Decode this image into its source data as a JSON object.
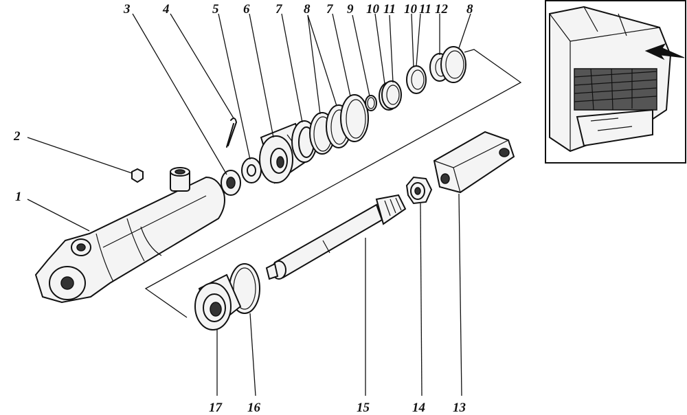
{
  "labels": {
    "l1": "1",
    "l2": "2",
    "l3": "3",
    "l4": "4",
    "l5": "5",
    "l6": "6",
    "l7a": "7",
    "l8a": "8",
    "l7b": "7",
    "l9": "9",
    "l10a": "10",
    "l11a": "11",
    "l10b": "10",
    "l11b": "11",
    "l12": "12",
    "l8b": "8",
    "l13": "13",
    "l14": "14",
    "l15": "15",
    "l16": "16",
    "l17": "17"
  },
  "inset": {
    "icon": "tractor-cab-detail-with-arrow"
  }
}
